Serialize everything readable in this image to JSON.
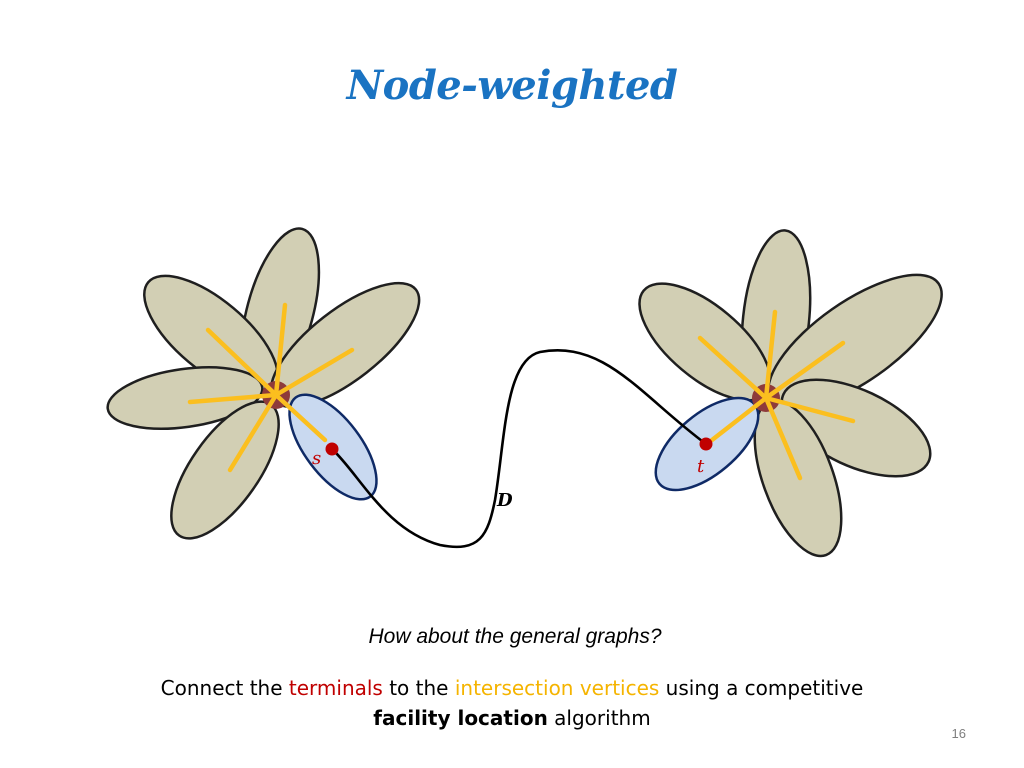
{
  "slide": {
    "title": "Node-weighted",
    "question": "How about the general graphs?",
    "body": {
      "part1": "Connect the ",
      "terminals": "terminals",
      "part2": " to the ",
      "intersection_vertices": "intersection vertices",
      "part3": " using a competitive ",
      "facility_location": "facility location",
      "part4": " algorithm"
    },
    "page_number": "16"
  },
  "diagram": {
    "terminal_s_label": "s",
    "terminal_t_label": "t",
    "path_label": "D",
    "colors": {
      "petal_fill": "#d2cfb4",
      "terminal_petal_fill": "#c9d9f0",
      "spoke": "#fbbf1f",
      "terminal": "#c00000",
      "title": "#1a73c2"
    }
  }
}
